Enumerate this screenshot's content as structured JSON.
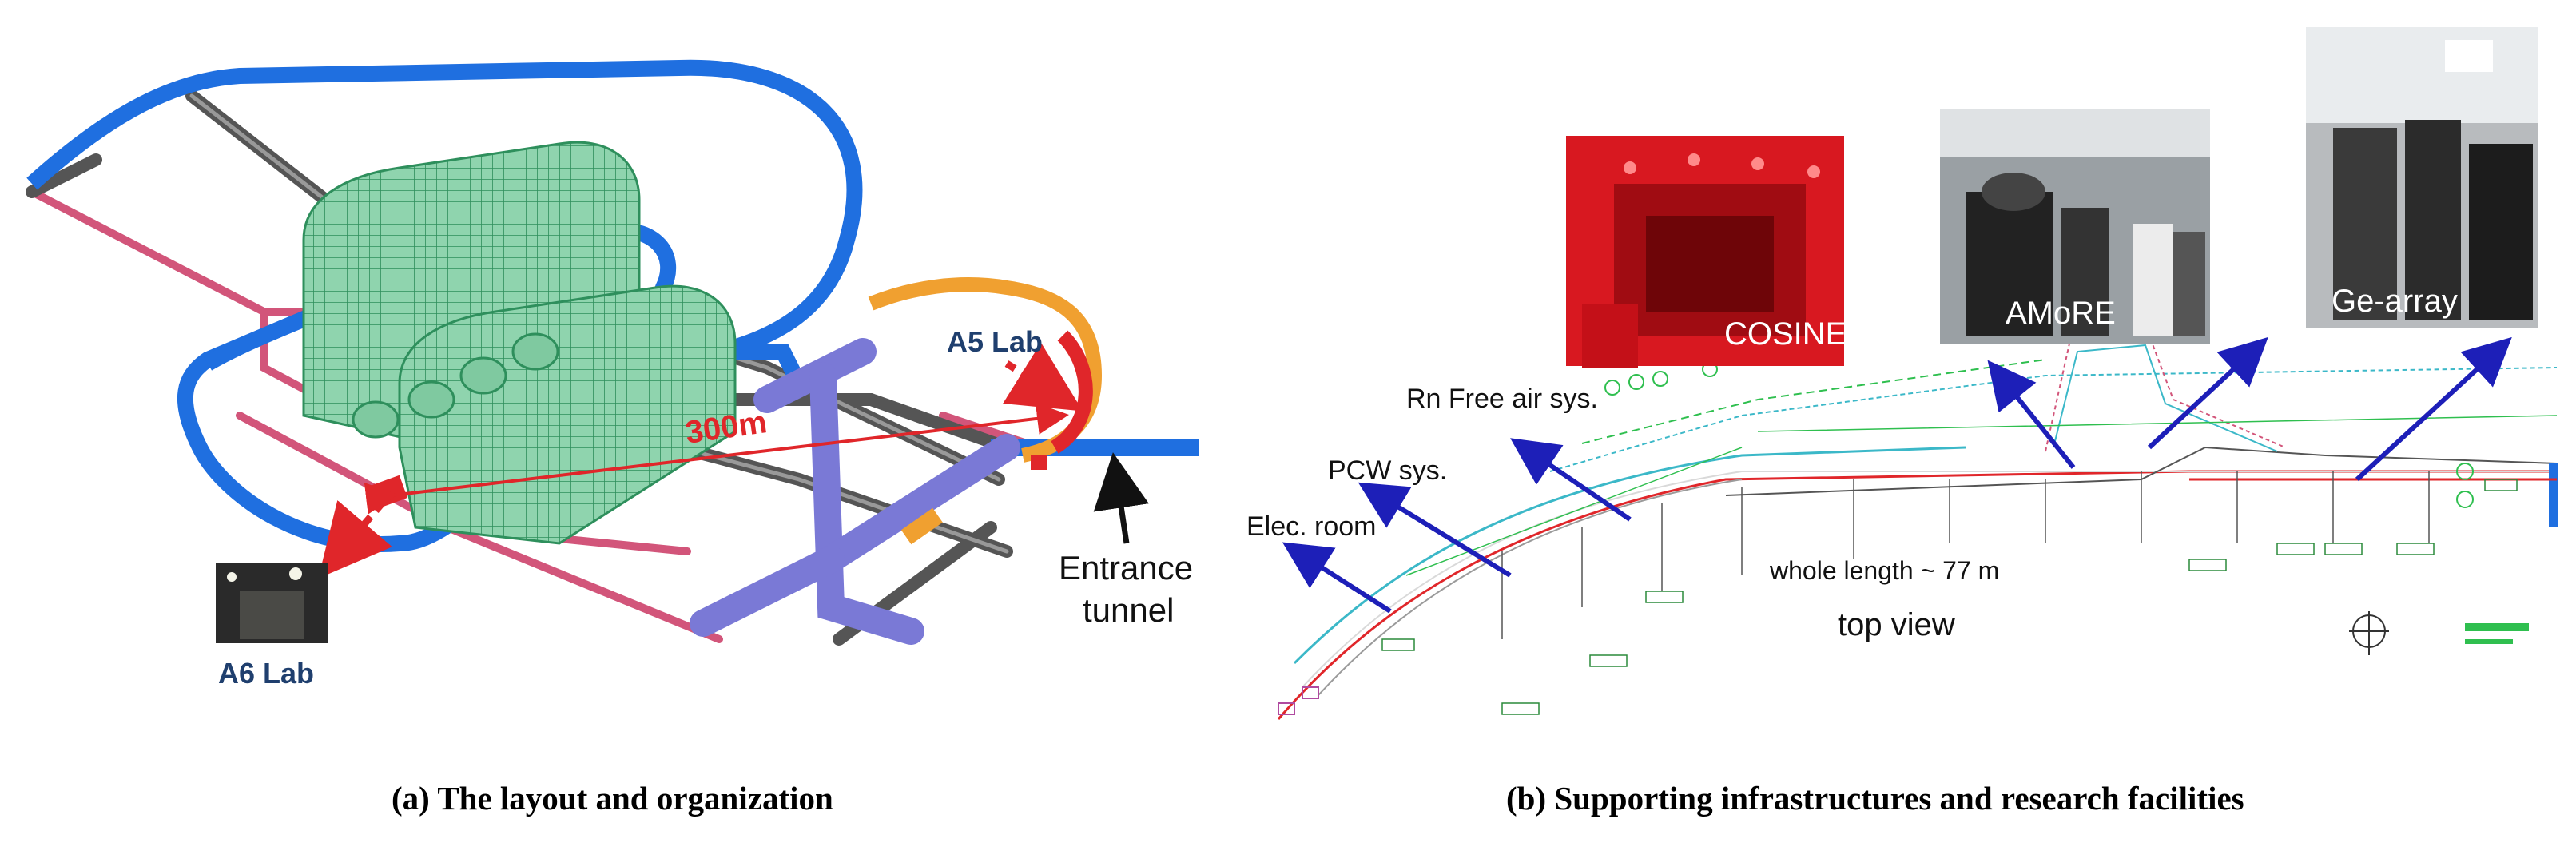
{
  "panel_a": {
    "caption": "(a) The layout and organization",
    "labels": {
      "a5_lab": "A5 Lab",
      "a6_lab": "A6 Lab",
      "distance": "300m",
      "entrance_line1": "Entrance",
      "entrance_line2": "tunnel"
    }
  },
  "panel_b": {
    "caption": "(b) Supporting infrastructures and research facilities",
    "photos": {
      "cosine": "COSINE",
      "amore": "AMoRE",
      "ge_array": "Ge-array"
    },
    "labels": {
      "rn_free": "Rn Free air sys.",
      "pcw": "PCW sys.",
      "elec_room": "Elec. room",
      "whole_length": "whole length ~ 77 m",
      "top_view": "top view"
    }
  },
  "colors": {
    "ring_blue": "#1f6fe0",
    "hall_green": "#3aa56e",
    "tunnel_gray": "#555555",
    "pink_tunnel": "#d2557a",
    "orange_tunnel": "#f0a030",
    "red_arrow": "#e0262a",
    "navy_label": "#1f3f6e",
    "arrow_blue": "#1d1fb8",
    "cosine_red": "#d81820"
  }
}
